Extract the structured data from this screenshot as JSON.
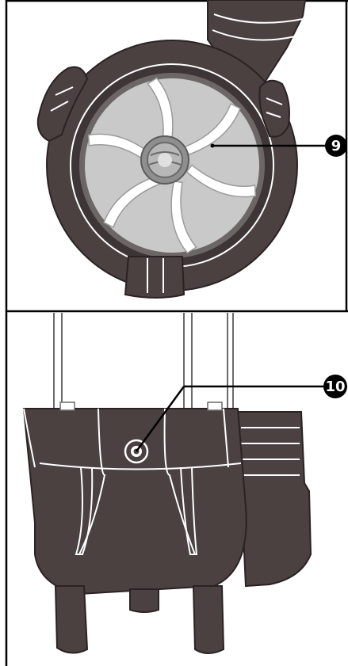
{
  "colors": {
    "pump_body": "#4a4140",
    "pump_edge": "#2b2323",
    "impeller_disk": "#c9c9c9",
    "impeller_vane": "#ffffff",
    "line": "#000000",
    "callout_fill": "#000000",
    "callout_text": "#ffffff"
  },
  "panels": [
    {
      "name": "impeller-view",
      "callout": {
        "number": "9",
        "target": "impeller"
      }
    },
    {
      "name": "side-view",
      "callout": {
        "number": "10",
        "target": "screw-plug"
      }
    }
  ]
}
